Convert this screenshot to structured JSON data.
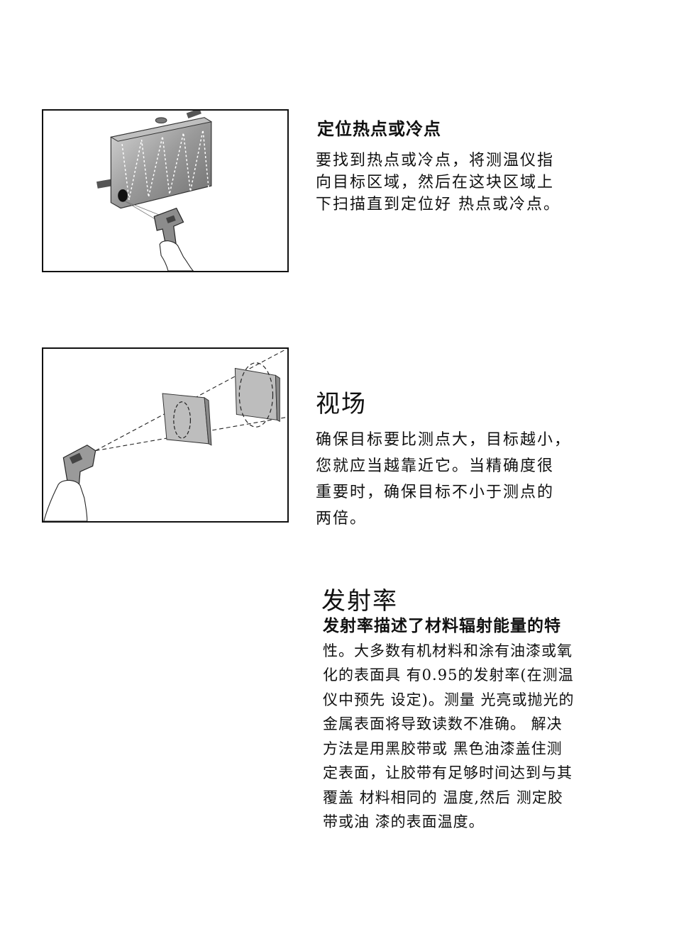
{
  "hot_cold_section": {
    "title": "定位热点或冷点",
    "lines": [
      "要找到热点或冷点，将测温仪指",
      "向目标区域，然后在这块区域上",
      "下扫描直到定位好 热点或冷点。"
    ]
  },
  "field_of_view_section": {
    "title": "视场",
    "lines": [
      "确保目标要比测点大，目标越小，",
      "您就应当越靠近它。当精确度很",
      "重要时，确保目标不小于测点的",
      "两倍。"
    ]
  },
  "emissivity_section": {
    "title": "发射率",
    "lines": [
      "发射率描述了材料辐射能量的特",
      "性。大多数有机材料和涂有油漆或氧",
      "化的表面具 有0.95的发射率(在测温",
      "仪中预先 设定)。测量 光亮或抛光的",
      "金属表面将导致读数不准确。 解决",
      "方法是用黑胶带或 黑色油漆盖住测",
      "定表面，让胶带有足够时间达到与其",
      "覆盖 材料相同的 温度,然后 测定胶",
      "带或油 漆的表面温度。"
    ]
  }
}
